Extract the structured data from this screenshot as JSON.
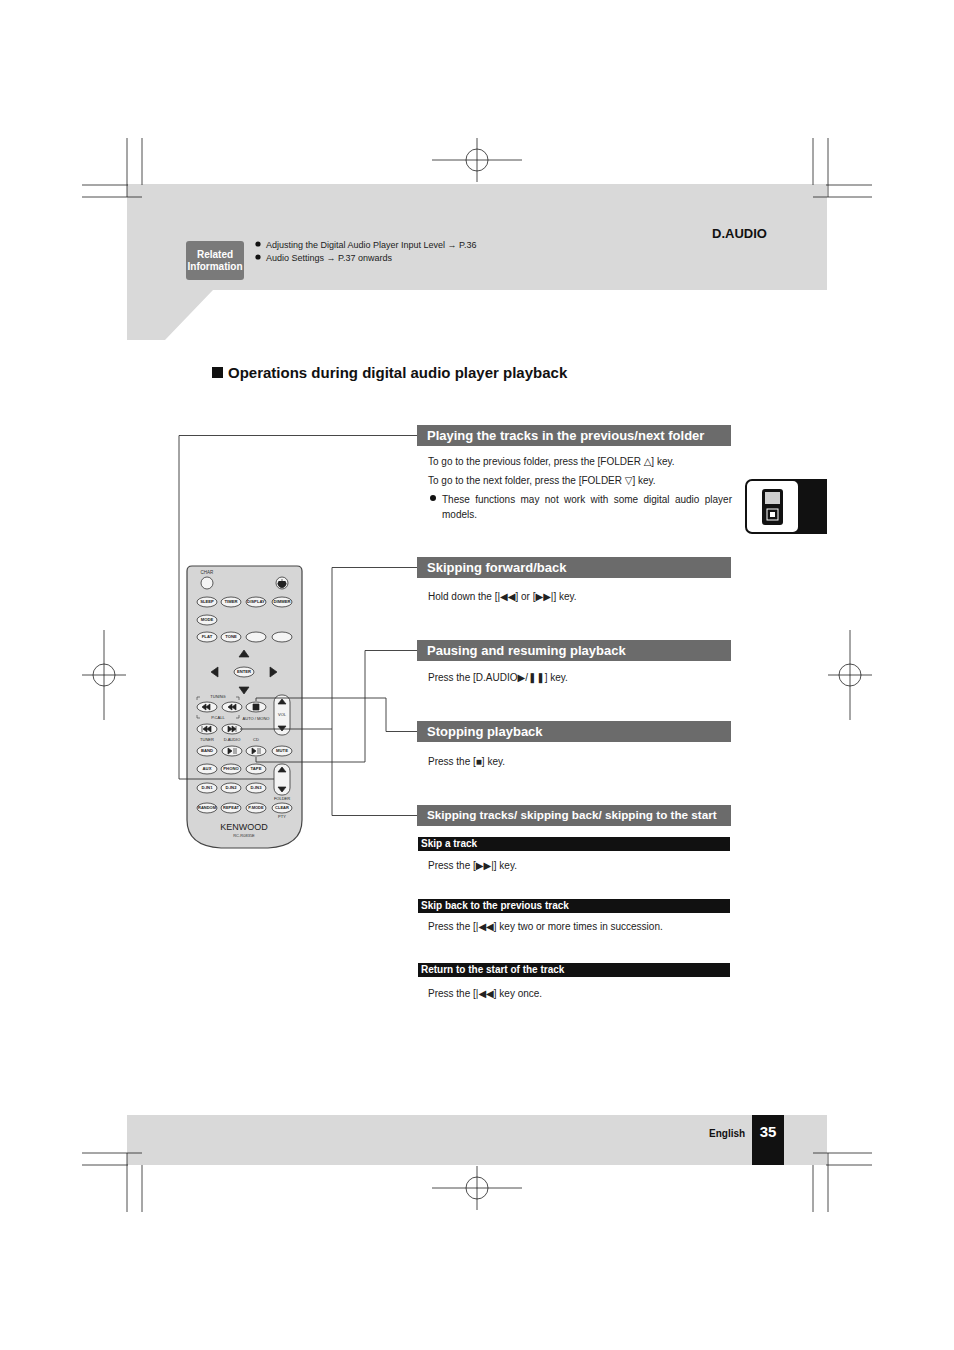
{
  "diagram": {
    "title": "Operations during digital audio player playback",
    "nodes": [
      {
        "text": [
          "Related Information"
        ]
      },
      {
        "text": [
          "Playing the tracks in the previous/next folder"
        ]
      },
      {
        "text": [
          "Skipping forward/back"
        ]
      },
      {
        "text": [
          "Pausing and resuming playback"
        ]
      },
      {
        "text": [
          "Stopping playback"
        ]
      },
      {
        "text": [
          "Skipping tracks/ skipping back/ skipping to the start"
        ]
      },
      {
        "text": [
          "Skip a track"
        ]
      },
      {
        "text": [
          "Skip back to the previous track"
        ]
      },
      {
        "text": [
          "Return to the start of the track"
        ]
      },
      {
        "text": [
          "35"
        ]
      }
    ],
    "labels": [
      "D.AUDIO",
      "Adjusting the Digital Audio Player Input Level → P.36",
      "Audio Settings → P.37 onwards",
      "To go to the previous folder, press the [FOLDER △] key.",
      "To go to the next folder, press the [FOLDER ▽] key.",
      "These functions may not work with some digital audio player models.",
      "Hold down the [|◀◀] or [▶▶|] key.",
      "Press the [D.AUDIO▶/❚❚] key.",
      "Press the [■] key.",
      "Press the [▶▶|] key.",
      "Press the [|◀◀] key two or more times in succession.",
      "Press the [|◀◀] key once.",
      "English",
      "CHAR",
      "SLEEP",
      "TIMER",
      "DISPLAY",
      "DIMMER",
      "MODE",
      "FLAT",
      "TONE",
      "ENTER",
      "TUNING",
      "P.CALL",
      "AUTO / MONO",
      "VOL",
      "TUNER",
      "D.AUDIO",
      "CD",
      "BAND",
      "MUTE",
      "AUX",
      "PHONO",
      "TAPE",
      "D-IN1",
      "D-IN2",
      "D-IN3",
      "RANDOM",
      "REPEAT",
      "P.MODE",
      "FOLDER",
      "CLEAR",
      "PTY",
      "KENWOOD",
      "RC-R0835E"
    ]
  }
}
